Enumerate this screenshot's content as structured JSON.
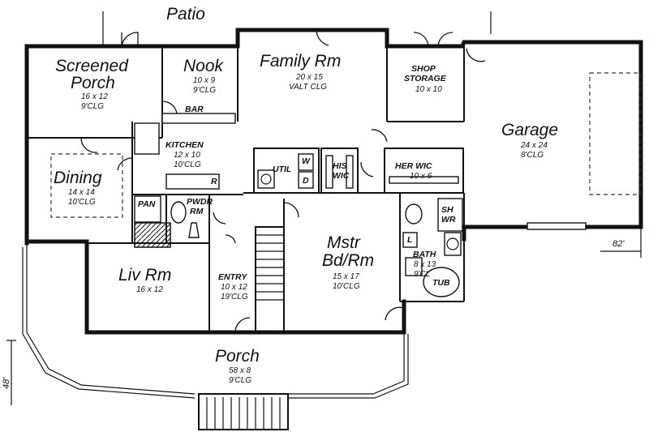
{
  "rooms": {
    "patio": {
      "name": "Patio"
    },
    "screened": {
      "name1": "Screened",
      "name2": "Porch",
      "size": "16 x 12",
      "clg": "9'CLG"
    },
    "nook": {
      "name": "Nook",
      "size": "10 x 9",
      "clg": "9'CLG"
    },
    "family": {
      "name": "Family Rm",
      "size": "20 x 15",
      "clg": "VALT CLG"
    },
    "shop": {
      "name1": "SHOP",
      "name2": "STORAGE",
      "size": "10 x 10"
    },
    "garage": {
      "name": "Garage",
      "size": "24 x 24",
      "clg": "8'CLG"
    },
    "bar": {
      "name": "BAR"
    },
    "kitchen": {
      "name": "KITCHEN",
      "size": "12 x 10",
      "clg": "10'CLG"
    },
    "dining": {
      "name": "Dining",
      "size": "14 x 14",
      "clg": "10'CLG"
    },
    "util": {
      "name": "UTIL",
      "w": "W",
      "d": "D"
    },
    "his_wic": {
      "name1": "HIS",
      "name2": "WIC"
    },
    "her_wic": {
      "name": "HER WIC",
      "size": "10 x 6"
    },
    "pan": {
      "name": "PAN"
    },
    "pwdr": {
      "name1": "PWDR",
      "name2": "RM"
    },
    "r_mark": {
      "name": "R"
    },
    "shwr": {
      "name1": "SH",
      "name2": "WR"
    },
    "l_mark": {
      "name": "L"
    },
    "liv": {
      "name": "Liv Rm",
      "size": "16 x 12"
    },
    "entry": {
      "name": "ENTRY",
      "size": "10 x 12",
      "clg": "19'CLG"
    },
    "mstr": {
      "name1": "Mstr",
      "name2": "Bd/Rm",
      "size": "15 x 17",
      "clg": "10'CLG"
    },
    "bath": {
      "name": "BATH",
      "size": "8 x 13",
      "clg": "9'CL"
    },
    "tub": {
      "name": "TUB"
    },
    "porch": {
      "name": "Porch",
      "size": "58 x 8",
      "clg": "9'CLG"
    }
  },
  "dimensions": {
    "right": "82'",
    "left": "48'"
  }
}
